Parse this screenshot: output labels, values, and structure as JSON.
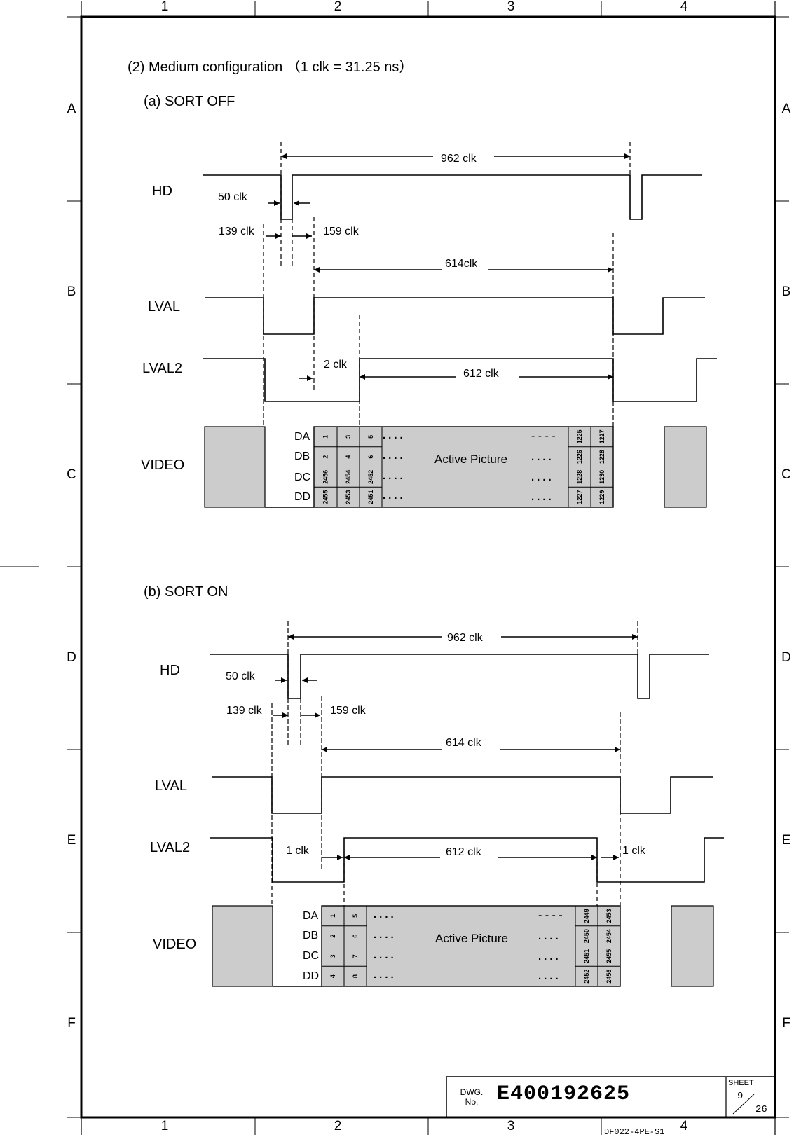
{
  "frame": {
    "col_labels": [
      "1",
      "2",
      "3",
      "4"
    ],
    "row_labels": [
      "A",
      "B",
      "C",
      "D",
      "E",
      "F"
    ]
  },
  "title": "(2) Medium configuration （1 clk = 31.25 ns）",
  "section_a": {
    "heading": "(a) SORT  OFF",
    "signals": {
      "hd": "HD",
      "lval": "LVAL",
      "lval2": "LVAL2",
      "video": "VIDEO"
    },
    "annotations": {
      "period": "962 clk",
      "hd_pulse": "50 clk",
      "front": "139 clk",
      "back": "159 clk",
      "lval_active": "614clk",
      "lval2_delay": "2 clk",
      "lval2_active": "612 clk"
    },
    "channels": [
      "DA",
      "DB",
      "DC",
      "DD"
    ],
    "active_picture": "Active Picture",
    "dots": "....",
    "dashes": "- - - -",
    "cells_left": [
      [
        "1",
        "3",
        "5"
      ],
      [
        "2",
        "4",
        "6"
      ],
      [
        "2456",
        "2454",
        "2452"
      ],
      [
        "2455",
        "2453",
        "2451"
      ]
    ],
    "cells_right": [
      [
        "1225",
        "1227"
      ],
      [
        "1226",
        "1228"
      ],
      [
        "1228",
        "1230"
      ],
      [
        "1227",
        "1229"
      ]
    ]
  },
  "section_b": {
    "heading": "(b) SORT ON",
    "signals": {
      "hd": "HD",
      "lval": "LVAL",
      "lval2": "LVAL2",
      "video": "VIDEO"
    },
    "annotations": {
      "period": "962 clk",
      "hd_pulse": "50 clk",
      "front": "139 clk",
      "back": "159 clk",
      "lval_active": "614 clk",
      "lval2_delay_start": "1 clk",
      "lval2_active": "612  clk",
      "lval2_delay_end": "1 clk"
    },
    "channels": [
      "DA",
      "DB",
      "DC",
      "DD"
    ],
    "active_picture": "Active Picture",
    "dots": "....",
    "dashes": "- - - -",
    "cells_left": [
      [
        "1",
        "5"
      ],
      [
        "2",
        "6"
      ],
      [
        "3",
        "7"
      ],
      [
        "4",
        "8"
      ]
    ],
    "cells_right": [
      [
        "2449",
        "2453"
      ],
      [
        "2450",
        "2454"
      ],
      [
        "2451",
        "2455"
      ],
      [
        "2452",
        "2456"
      ]
    ]
  },
  "title_block": {
    "dwg_label_1": "DWG.",
    "dwg_label_2": "No.",
    "drawing_number": "E400192625",
    "sheet_label": "SHEET",
    "sheet_number": "9",
    "sheet_total": "26"
  },
  "footer_code": "DF022-4PE-S1"
}
